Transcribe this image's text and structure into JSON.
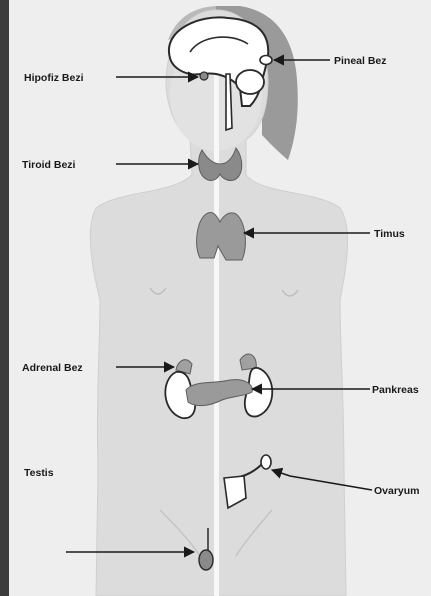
{
  "labels": {
    "pineal": "Pineal Bez",
    "hipofiz": "Hipofiz Bezi",
    "tiroid": "Tiroid Bezi",
    "timus": "Timus",
    "adrenal": "Adrenal Bez",
    "pankreas": "Pankreas",
    "testis": "Testis",
    "ovaryum": "Ovaryum"
  },
  "colors": {
    "background": "#eeeeee",
    "body_fill": "#dcdcdc",
    "hair_fill": "#9a9a9a",
    "gland_fill": "#8a8a8a",
    "outline": "#2a2a2a",
    "midline": "#f7f7f7"
  }
}
